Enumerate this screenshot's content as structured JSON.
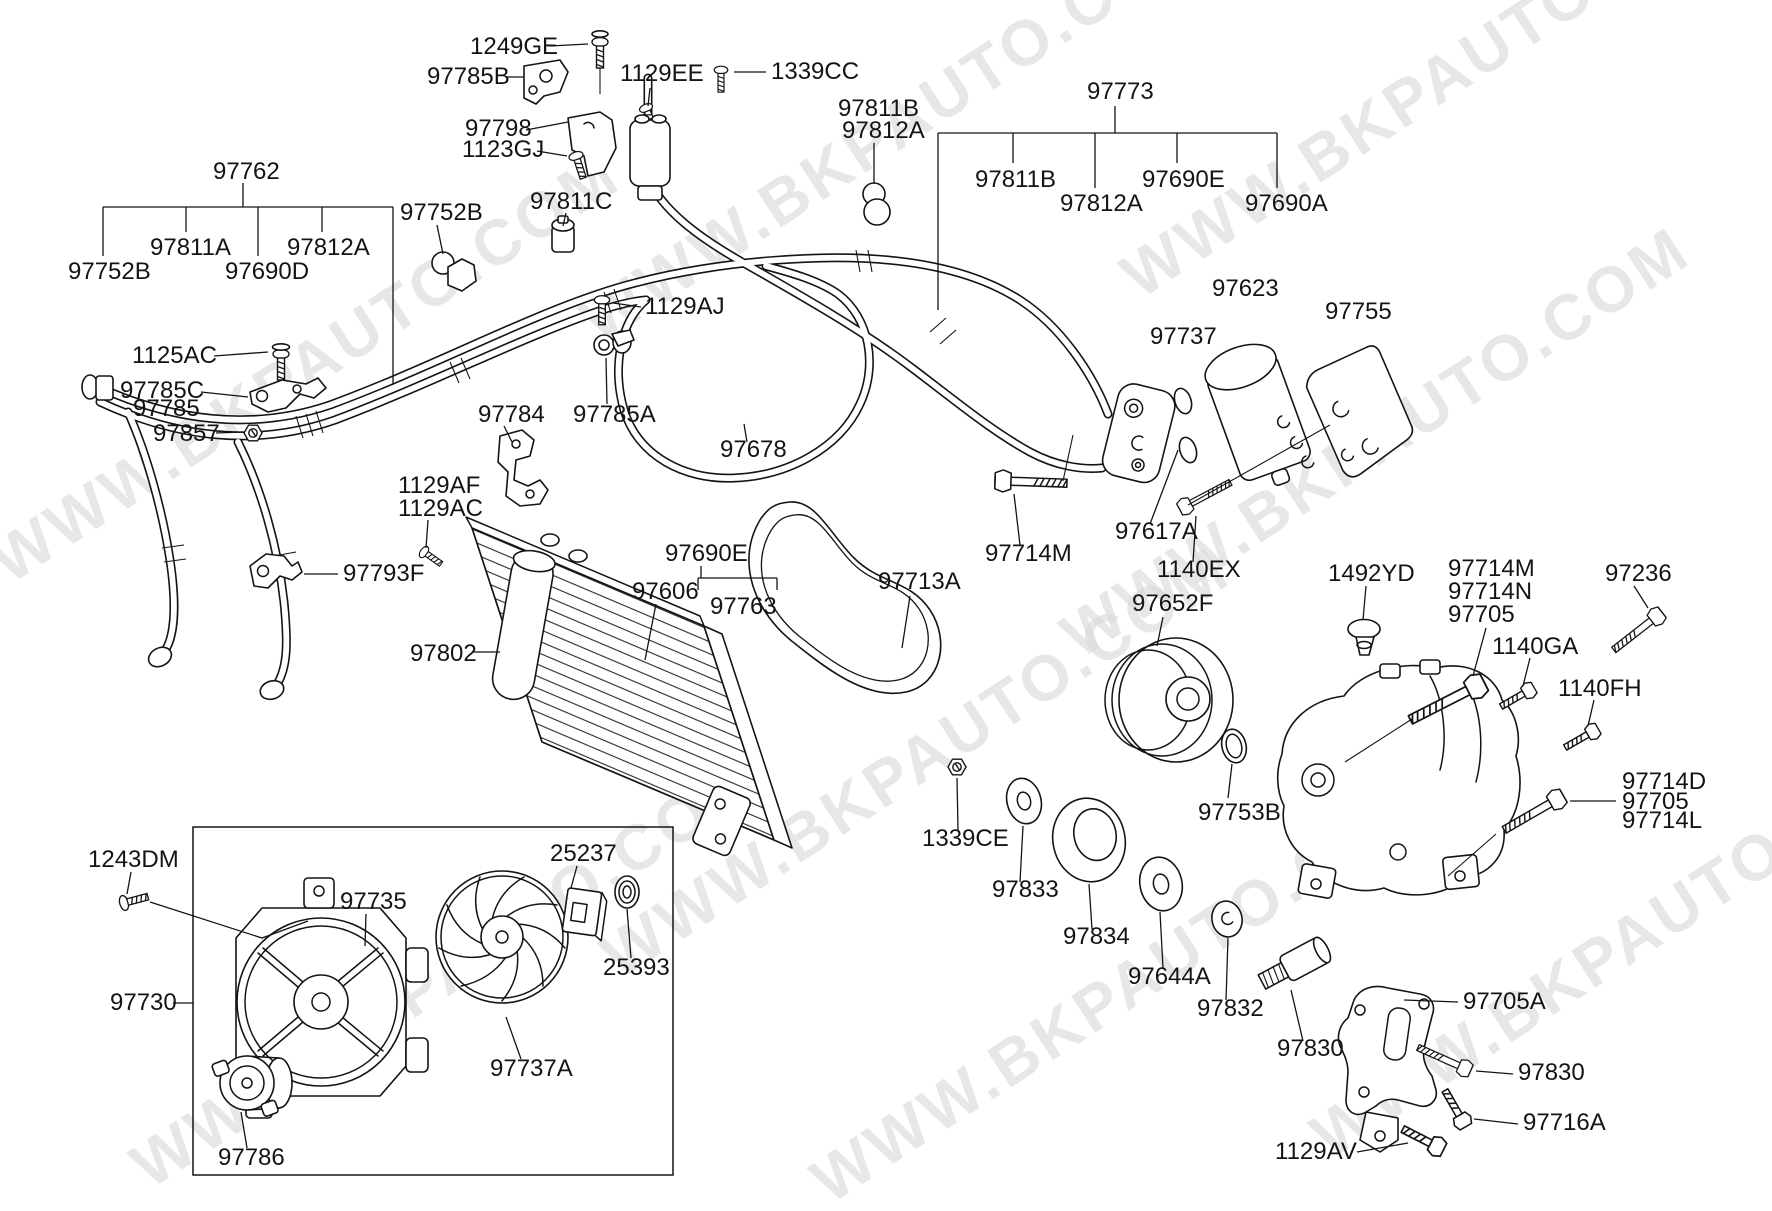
{
  "watermark": {
    "text": "WWW.BKPAUTO.COM",
    "color": "#d9d9d9"
  },
  "canvas": {
    "background": "#ffffff",
    "line_color": "#141414"
  },
  "part_labels": [
    "1249GE",
    "97785B",
    "1129EE",
    "1339CC",
    "97798",
    "1123GJ",
    "97811C",
    "97752B",
    "97762",
    "97811A",
    "97812A",
    "97752B",
    "97690D",
    "97811B",
    "97812A",
    "97773",
    "97811B",
    "97812A",
    "97690E",
    "97690A",
    "1125AC",
    "97785C",
    "97785",
    "97857",
    "1129AJ",
    "97784",
    "97785A",
    "97678",
    "1129AF",
    "1129AC",
    "97793F",
    "97690E",
    "97606",
    "97763",
    "97802",
    "97623",
    "97737",
    "97755",
    "97714M",
    "97617A",
    "1140EX",
    "97713A",
    "97652F",
    "1492YD",
    "97714M",
    "97714N",
    "97705",
    "1140GA",
    "97236",
    "1140FH",
    "97714D",
    "97705",
    "97714L",
    "97753B",
    "1339CE",
    "97833",
    "97834",
    "97644A",
    "97832",
    "97830",
    "97705A",
    "97830",
    "97716A",
    "1129AV",
    "1243DM",
    "97735",
    "25237",
    "25393",
    "97730",
    "97737A",
    "97786"
  ]
}
